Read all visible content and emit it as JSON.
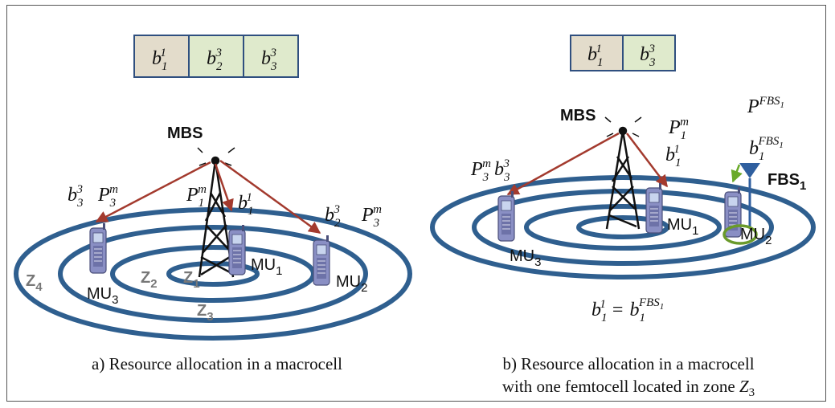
{
  "panel_a": {
    "blocks": [
      {
        "base": "b",
        "sub": "1",
        "sup": "1",
        "color": "#e3dccb"
      },
      {
        "base": "b",
        "sub": "2",
        "sup": "3",
        "color": "#dfeacc"
      },
      {
        "base": "b",
        "sub": "3",
        "sup": "3",
        "color": "#dfeacc"
      }
    ],
    "mbs": "MBS",
    "labels": {
      "b33": {
        "base": "b",
        "sub": "3",
        "sup": "3"
      },
      "p3m_left": {
        "base": "P",
        "sub": "3",
        "sup": "m"
      },
      "p1m": {
        "base": "P",
        "sub": "1",
        "sup": "m"
      },
      "b11": {
        "base": "b",
        "sub": "1",
        "sup": "1"
      },
      "b23": {
        "base": "b",
        "sub": "2",
        "sup": "3"
      },
      "p3m_right": {
        "base": "P",
        "sub": "3",
        "sup": "m"
      }
    },
    "users": {
      "mu1": {
        "base": "MU",
        "sub": "1"
      },
      "mu2": {
        "base": "MU",
        "sub": "2"
      },
      "mu3": {
        "base": "MU",
        "sub": "3"
      }
    },
    "zones": {
      "z1": {
        "base": "Z",
        "sub": "1"
      },
      "z2": {
        "base": "Z",
        "sub": "2"
      },
      "z3": {
        "base": "Z",
        "sub": "3"
      },
      "z4": {
        "base": "Z",
        "sub": "4"
      }
    },
    "caption": "a) Resource allocation in a macrocell"
  },
  "panel_b": {
    "blocks": [
      {
        "base": "b",
        "sub": "1",
        "sup": "1",
        "color": "#e3dccb"
      },
      {
        "base": "b",
        "sub": "3",
        "sup": "3",
        "color": "#dfeacc"
      }
    ],
    "mbs": "MBS",
    "labels": {
      "pm3b33_p": {
        "base": "P",
        "sub": "3",
        "sup": "m"
      },
      "pm3b33_b": {
        "base": "b",
        "sub": "3",
        "sup": "3"
      },
      "p1m": {
        "base": "P",
        "sub": "1",
        "sup": "m"
      },
      "b11": {
        "base": "b",
        "sub": "1",
        "sup": "1"
      },
      "pfbs": {
        "base": "P",
        "sup": "FBS",
        "supsub": "1"
      },
      "bfbs": {
        "base": "b",
        "sub": "1",
        "sup": "FBS",
        "supsub": "1"
      }
    },
    "fbs": {
      "base": "FBS",
      "sub": "1"
    },
    "users": {
      "mu1": {
        "base": "MU",
        "sub": "1"
      },
      "mu2": {
        "base": "MU",
        "sub": "2"
      },
      "mu3": {
        "base": "MU",
        "sub": "3"
      }
    },
    "equation": {
      "lhs_base": "b",
      "lhs_sub": "1",
      "lhs_sup": "1",
      "eq": "=",
      "rhs_base": "b",
      "rhs_sub": "1",
      "rhs_sup": "FBS",
      "rhs_supsub": "1"
    },
    "caption_line1": "b) Resource allocation in a macrocell",
    "caption_line2_prefix": "with one femtocell located in zone ",
    "caption_zone": {
      "base": "Z",
      "sub": "3"
    }
  },
  "colors": {
    "ring": "#2f5f8f",
    "arrow": "#a33a2e",
    "zone_label": "#777777",
    "femto_ring": "#6a9a2a",
    "antenna": "#2f5f9f"
  }
}
